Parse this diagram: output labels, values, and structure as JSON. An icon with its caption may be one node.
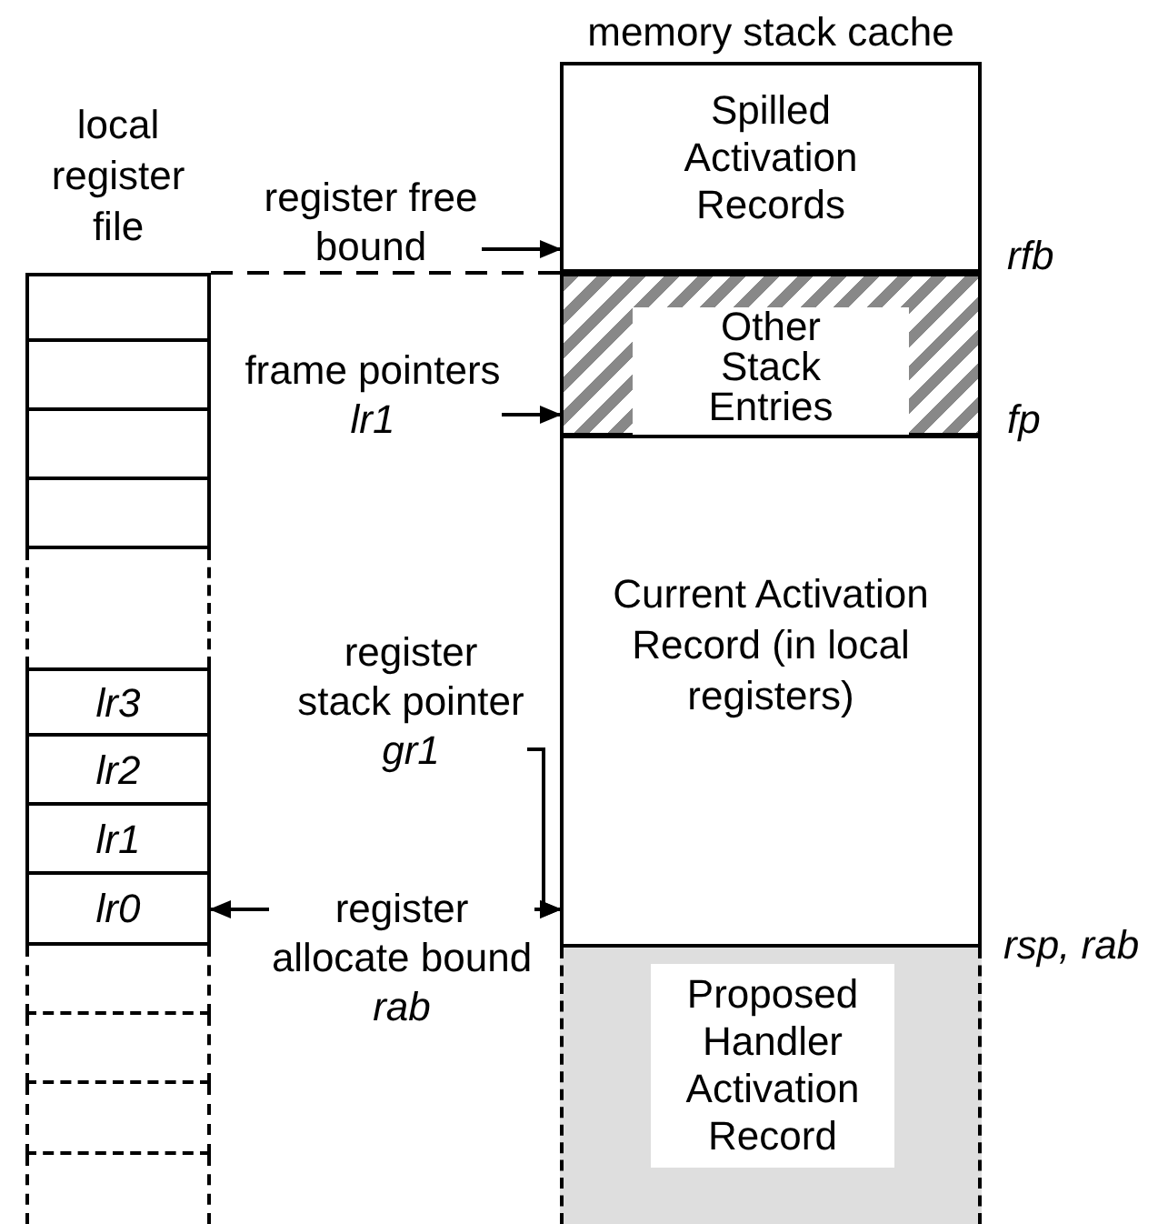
{
  "diagram": {
    "nodes": [
      {
        "text": [
          "local register file"
        ]
      },
      {
        "text": [],
        "shape": "box",
        "in": 0
      },
      {
        "text": [],
        "shape": "box",
        "in": 0
      },
      {
        "text": [],
        "shape": "box",
        "in": 0
      },
      {
        "text": [],
        "shape": "box",
        "in": 0
      },
      {
        "text": [],
        "shape": "box",
        "in": 0
      },
      {
        "text": [
          "lr3"
        ],
        "in": 0
      },
      {
        "text": [
          "lr2"
        ],
        "in": 0
      },
      {
        "text": [
          "lr1"
        ],
        "in": 0
      },
      {
        "text": [
          "lr0"
        ],
        "in": 0
      },
      {
        "text": [],
        "shape": "box",
        "in": 0
      },
      {
        "text": [],
        "shape": "box",
        "in": 0
      },
      {
        "text": [],
        "shape": "box",
        "in": 0
      },
      {
        "text": [],
        "shape": "box",
        "in": 0
      },
      {
        "text": [
          "memory stack cache"
        ]
      },
      {
        "text": [
          "Spilled Activation Records"
        ],
        "in": 14
      },
      {
        "text": [
          "Other Stack Entries"
        ],
        "in": 14
      },
      {
        "text": [
          "Current Activation Record (in local registers)"
        ],
        "in": 14
      },
      {
        "text": [
          "Proposed Handler Activation Record"
        ],
        "in": 14
      },
      {
        "text": [
          "register free bound"
        ]
      },
      {
        "text": [
          "frame pointers",
          "lr1"
        ]
      },
      {
        "text": [
          "register stack pointer",
          "gr1"
        ]
      },
      {
        "text": [
          "register allocate bound",
          "rab"
        ]
      }
    ],
    "edges": [
      {
        "from": 19,
        "to": 15,
        "arrow": "to"
      },
      {
        "from": 20,
        "to": 16,
        "arrow": "to"
      },
      {
        "from": 21,
        "to": 17,
        "arrow": "to"
      },
      {
        "from": 22,
        "to": 9,
        "arrow": "to"
      },
      {
        "from": 22,
        "to": 17,
        "arrow": "to"
      },
      {
        "from": 0,
        "to": 14,
        "arrow": "none",
        "style": "dashed"
      }
    ],
    "labels": [
      "rfb",
      "fp",
      "rsp, rab"
    ]
  }
}
